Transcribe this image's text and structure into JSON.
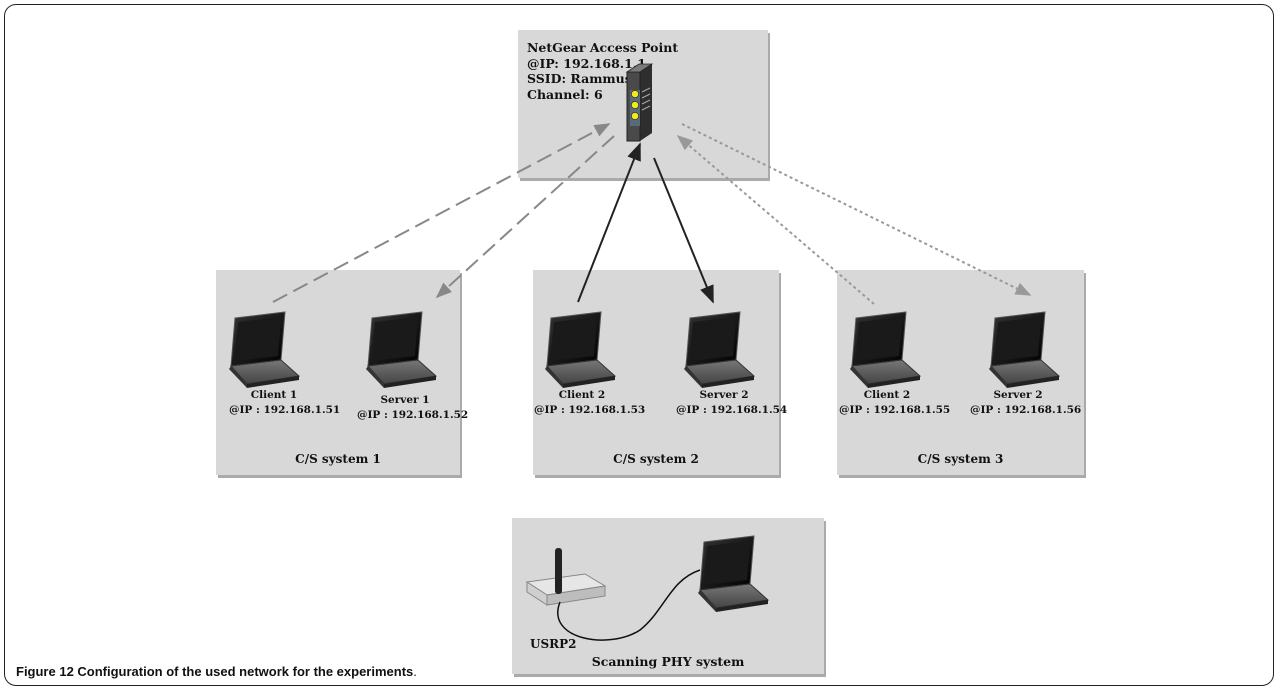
{
  "access_point": {
    "line1": "NetGear Access Point",
    "line2": "@IP: 192.168.1.1",
    "line3": "SSID: Rammus01",
    "line4": "Channel: 6"
  },
  "systems": [
    {
      "label": "C/S system 1",
      "client": {
        "name": "Client 1",
        "ip": "@IP : 192.168.1.51"
      },
      "server": {
        "name": "Server 1",
        "ip": "@IP : 192.168.1.52"
      }
    },
    {
      "label": "C/S system 2",
      "client": {
        "name": "Client 2",
        "ip": "@IP : 192.168.1.53"
      },
      "server": {
        "name": "Server 2",
        "ip": "@IP : 192.168.1.54"
      }
    },
    {
      "label": "C/S system 3",
      "client": {
        "name": "Client 2",
        "ip": "@IP : 192.168.1.55"
      },
      "server": {
        "name": "Server 2",
        "ip": "@IP : 192.168.1.56"
      }
    }
  ],
  "scanner": {
    "device": "USRP2",
    "label": "Scanning PHY system"
  },
  "caption": {
    "figure": "Figure 12",
    "text": " Configuration of the used network for the experiments",
    "end": "."
  }
}
